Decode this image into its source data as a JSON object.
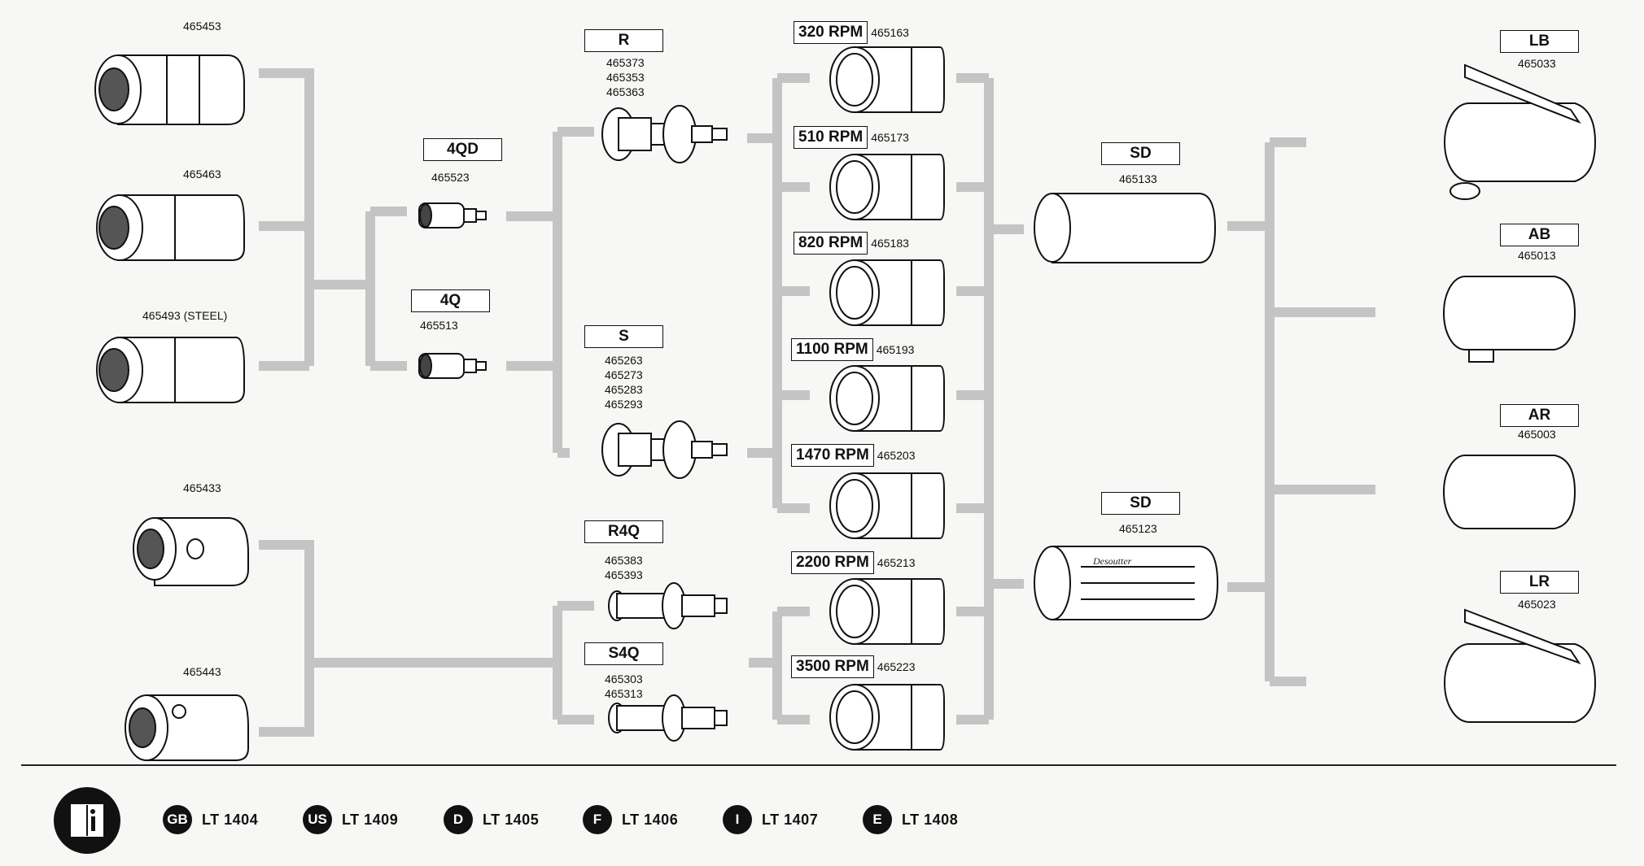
{
  "nozzles": [
    {
      "id": "465453"
    },
    {
      "id": "465463"
    },
    {
      "id": "465493 (STEEL)"
    },
    {
      "id": "465433"
    },
    {
      "id": "465443"
    }
  ],
  "motors": [
    {
      "code": "4QD",
      "part": "465523"
    },
    {
      "code": "4Q",
      "part": "465513"
    }
  ],
  "chucks": [
    {
      "code": "R",
      "parts": [
        "465373",
        "465353",
        "465363"
      ]
    },
    {
      "code": "S",
      "parts": [
        "465263",
        "465273",
        "465283",
        "465293"
      ]
    },
    {
      "code": "R4Q",
      "parts": [
        "465383",
        "465393"
      ]
    },
    {
      "code": "S4Q",
      "parts": [
        "465303",
        "465313"
      ]
    }
  ],
  "gears": [
    {
      "rpm": "320 RPM",
      "part": "465163"
    },
    {
      "rpm": "510 RPM",
      "part": "465173"
    },
    {
      "rpm": "820 RPM",
      "part": "465183"
    },
    {
      "rpm": "1100 RPM",
      "part": "465193"
    },
    {
      "rpm": "1470 RPM",
      "part": "465203"
    },
    {
      "rpm": "2200 RPM",
      "part": "465213"
    },
    {
      "rpm": "3500 RPM",
      "part": "465223"
    }
  ],
  "housings": [
    {
      "code": "SD",
      "part": "465133"
    },
    {
      "code": "SD",
      "part": "465123"
    }
  ],
  "handles": [
    {
      "code": "LB",
      "part": "465033"
    },
    {
      "code": "AB",
      "part": "465013"
    },
    {
      "code": "AR",
      "part": "465003"
    },
    {
      "code": "LR",
      "part": "465023"
    }
  ],
  "manuals": [
    {
      "lang": "GB",
      "ref": "LT 1404"
    },
    {
      "lang": "US",
      "ref": "LT 1409"
    },
    {
      "lang": "D",
      "ref": "LT 1405"
    },
    {
      "lang": "F",
      "ref": "LT 1406"
    },
    {
      "lang": "I",
      "ref": "LT 1407"
    },
    {
      "lang": "E",
      "ref": "LT 1408"
    }
  ],
  "colors": {
    "connector": "#c4c4c4",
    "ink": "#111111",
    "paper": "#f7f7f5"
  }
}
